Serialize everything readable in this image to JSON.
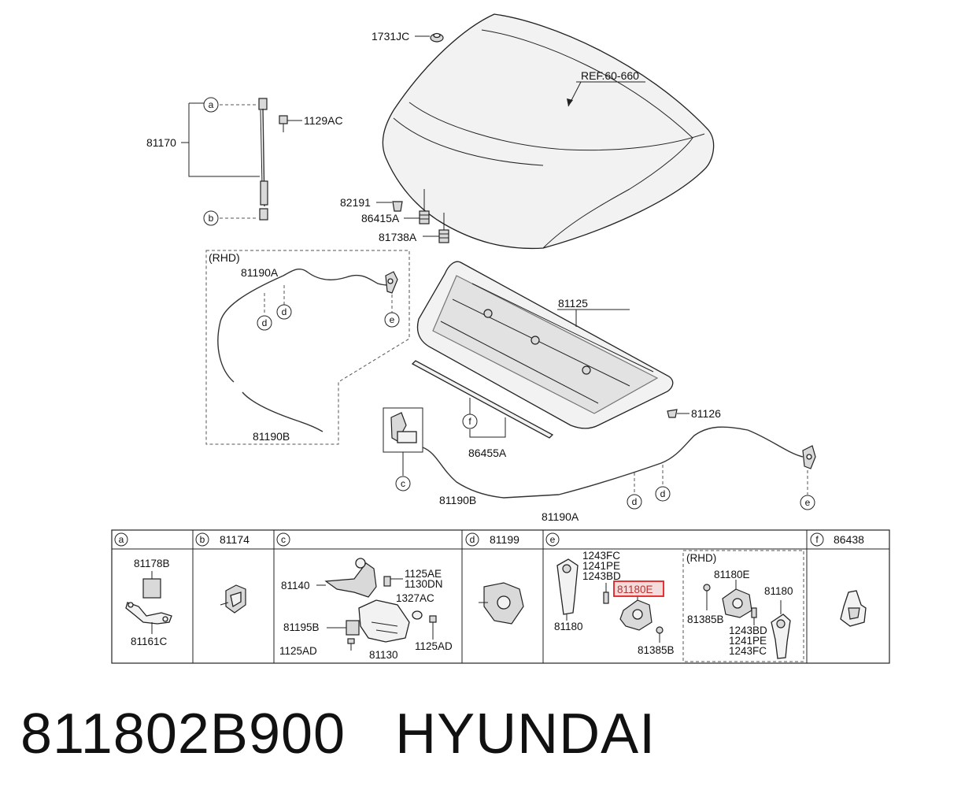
{
  "labels": {
    "p1731JC": "1731JC",
    "ref": "REF.60-660",
    "p1129AC": "1129AC",
    "p81170": "81170",
    "p82191": "82191",
    "p86415A": "86415A",
    "p81738A": "81738A",
    "rhd": "(RHD)",
    "p81190A_rhd": "81190A",
    "p81190B_rhd": "81190B",
    "p81125": "81125",
    "p81126": "81126",
    "p86455A": "86455A",
    "p81190B": "81190B",
    "p81190A": "81190A"
  },
  "callouts": {
    "a": "a",
    "b": "b",
    "c": "c",
    "d": "d",
    "e": "e",
    "f": "f"
  },
  "table": {
    "headers": [
      {
        "letter": "a",
        "part": ""
      },
      {
        "letter": "b",
        "part": "81174"
      },
      {
        "letter": "c",
        "part": ""
      },
      {
        "letter": "d",
        "part": "81199"
      },
      {
        "letter": "e",
        "part": ""
      },
      {
        "letter": "f",
        "part": "86438"
      }
    ],
    "cell_a": {
      "top": "81178B",
      "bottom": "81161C"
    },
    "cell_c": {
      "p81140": "81140",
      "p1125AE": "1125AE",
      "p1130DN": "1130DN",
      "p1327AC": "1327AC",
      "p81195B": "81195B",
      "p1125AD_left": "1125AD",
      "p81130": "81130",
      "p1125AD_right": "1125AD"
    },
    "cell_e": {
      "p1243FC": "1243FC",
      "p1241PE": "1241PE",
      "p1243BD": "1243BD",
      "p81180E_highlight": "81180E",
      "p81180": "81180",
      "p81385B": "81385B",
      "rhd": "(RHD)",
      "rhd_81180E": "81180E",
      "rhd_81180": "81180",
      "rhd_81385B": "81385B",
      "rhd_1243BD": "1243BD",
      "rhd_1241PE": "1241PE",
      "rhd_1243FC": "1243FC"
    }
  },
  "highlight_color": "#e02020",
  "footer": {
    "part_number": "811802B900",
    "brand": "HYUNDAI"
  }
}
